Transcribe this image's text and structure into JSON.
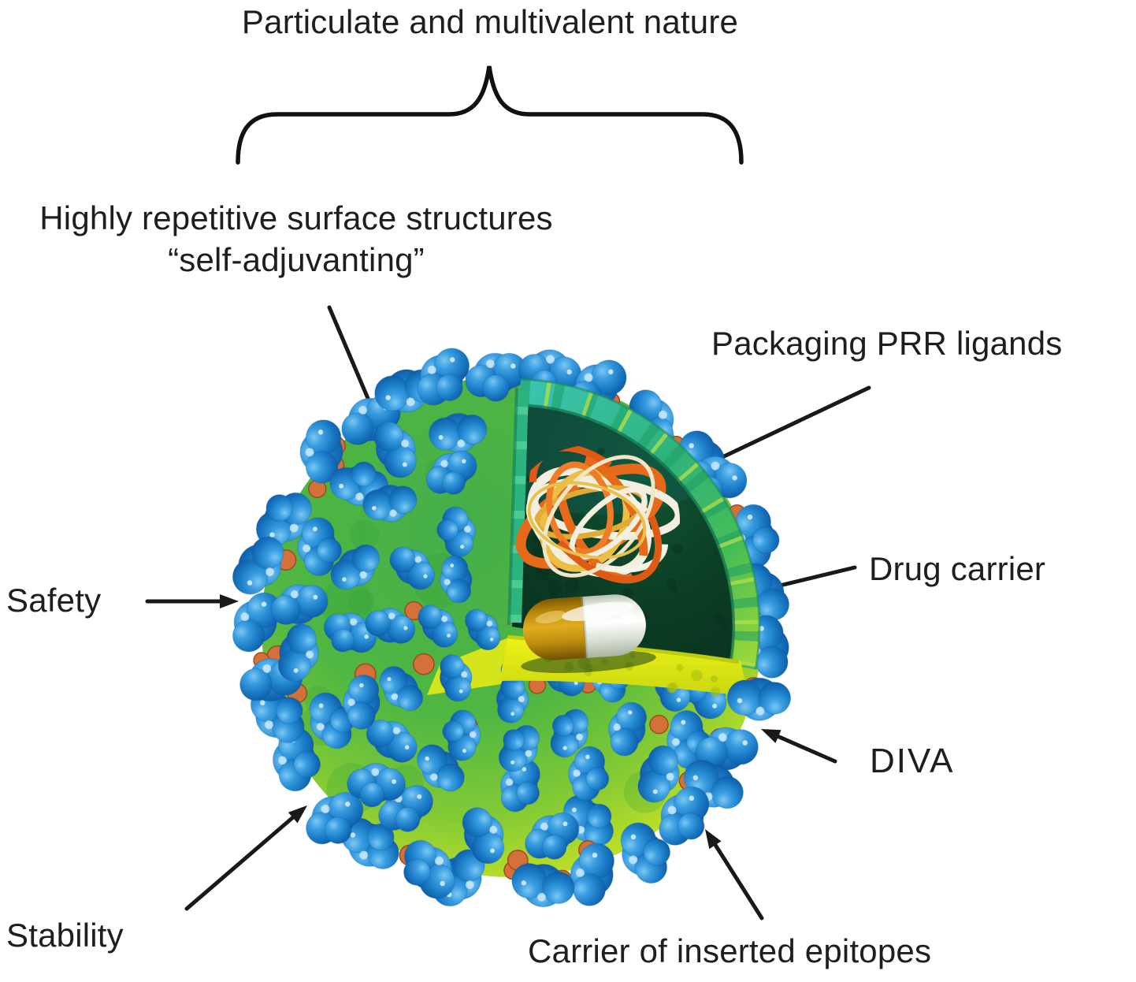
{
  "figure": {
    "title": "Particulate and multivalent nature",
    "labels": {
      "surface_structures_line1": "Highly repetitive surface structures",
      "surface_structures_line2": "“self-adjuvanting”",
      "packaging_prr": "Packaging PRR ligands",
      "drug_carrier": "Drug carrier",
      "safety": "Safety",
      "diva": "DIVA",
      "stability": "Stability",
      "carrier_epitopes": "Carrier of inserted epitopes"
    },
    "colors": {
      "text": "#1f1d1d",
      "line": "#191919",
      "spike_blue": "#1b7cc6",
      "envelope_green": "#50b742",
      "envelope_yellow": "#c0e027",
      "rim_teal": "#2fb37c",
      "cavity_green": "#0c3d25",
      "rna_orange": "#e76a1a",
      "rna_white": "#f2efe0",
      "rna_yellow": "#ecbf44",
      "capsule_gold": "#c79310",
      "capsule_white": "#f7f8f3",
      "matrix_salmon": "#d4713a"
    }
  }
}
